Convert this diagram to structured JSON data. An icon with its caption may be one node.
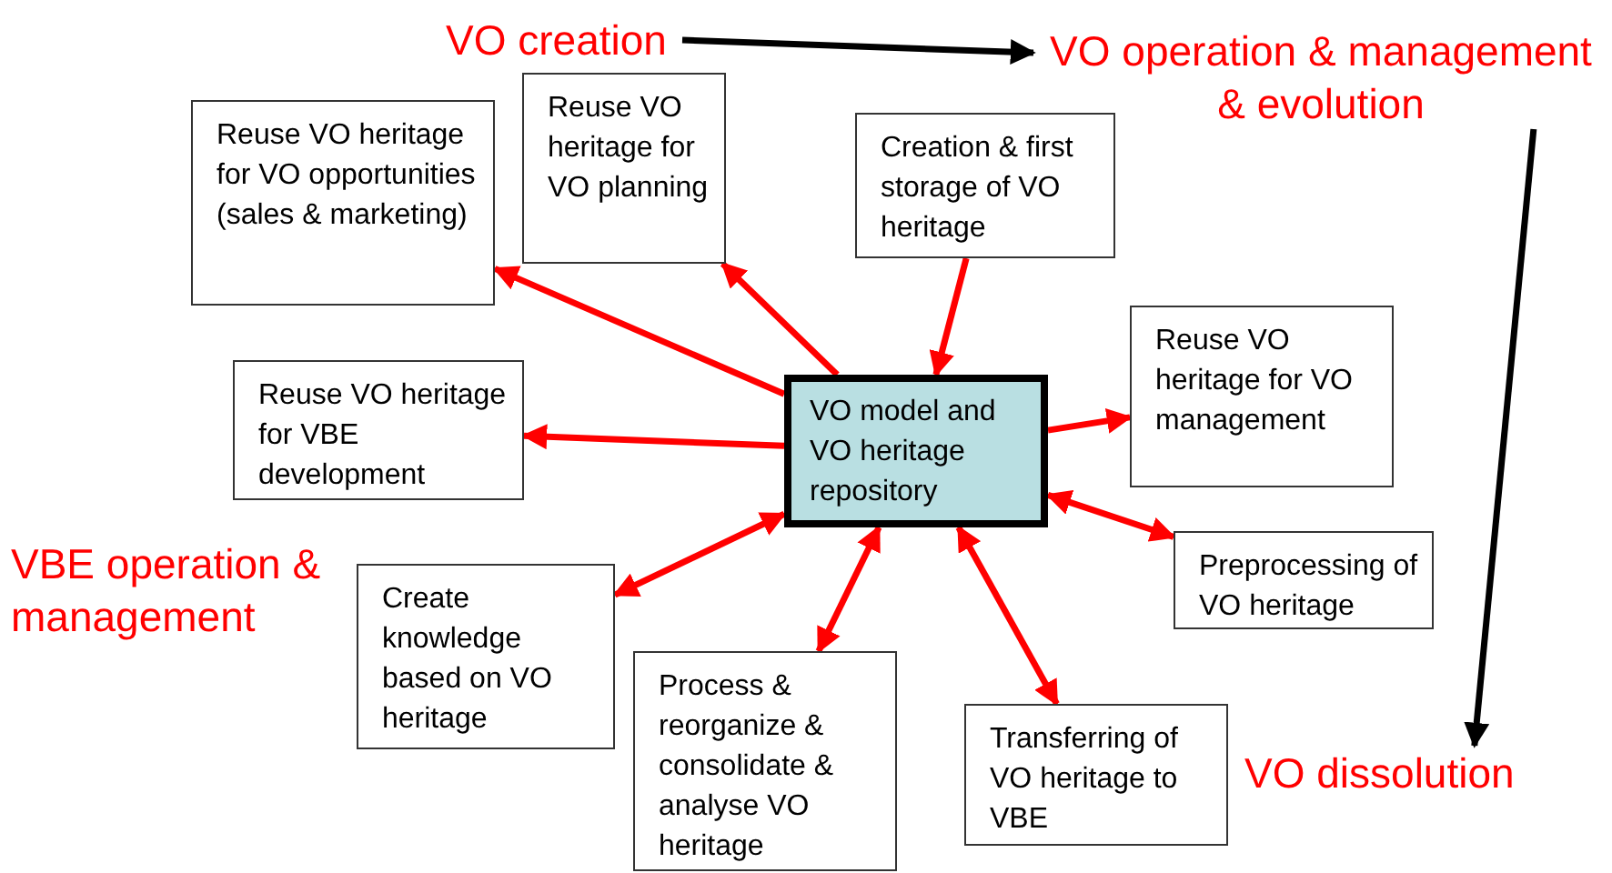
{
  "diagram": {
    "nodes": [
      {
        "text": [
          "VO model and VO heritage repository"
        ]
      },
      {
        "text": [
          "Reuse VO heritage for VO opportunities (sales & marketing)"
        ]
      },
      {
        "text": [
          "Reuse VO heritage for VO planning"
        ]
      },
      {
        "text": [
          "Creation  & first storage of VO heritage"
        ]
      },
      {
        "text": [
          "Reuse VO heritage for VBE development"
        ]
      },
      {
        "text": [
          "Reuse VO heritage for VO management"
        ]
      },
      {
        "text": [
          "Create knowledge based on VO heritage"
        ]
      },
      {
        "text": [
          "Preprocessing of VO heritage"
        ]
      },
      {
        "text": [
          "Process & reorganize & consolidate & analyse VO heritage"
        ]
      },
      {
        "text": [
          "Transferring of VO heritage to VBE"
        ]
      },
      {
        "text": [
          "VO creation"
        ]
      },
      {
        "text": [
          "VO operation & management & evolution"
        ]
      },
      {
        "text": [
          "VBE operation & management"
        ]
      },
      {
        "text": [
          "VO dissolution"
        ]
      }
    ],
    "edges": [
      {
        "from": 0,
        "to": 2,
        "arrow": "to"
      },
      {
        "from": 0,
        "to": 1,
        "arrow": "to"
      },
      {
        "from": 0,
        "to": 4,
        "arrow": "to"
      },
      {
        "from": 3,
        "to": 0,
        "arrow": "to"
      },
      {
        "from": 0,
        "to": 5,
        "arrow": "to"
      },
      {
        "from": 0,
        "to": 7,
        "arrow": "both"
      },
      {
        "from": 0,
        "to": 6,
        "arrow": "both"
      },
      {
        "from": 0,
        "to": 8,
        "arrow": "both"
      },
      {
        "from": 0,
        "to": 9,
        "arrow": "both"
      },
      {
        "from": 10,
        "to": 11,
        "arrow": "to",
        "color": "#000000"
      },
      {
        "from": 11,
        "to": 13,
        "arrow": "to",
        "color": "#000000"
      }
    ]
  }
}
